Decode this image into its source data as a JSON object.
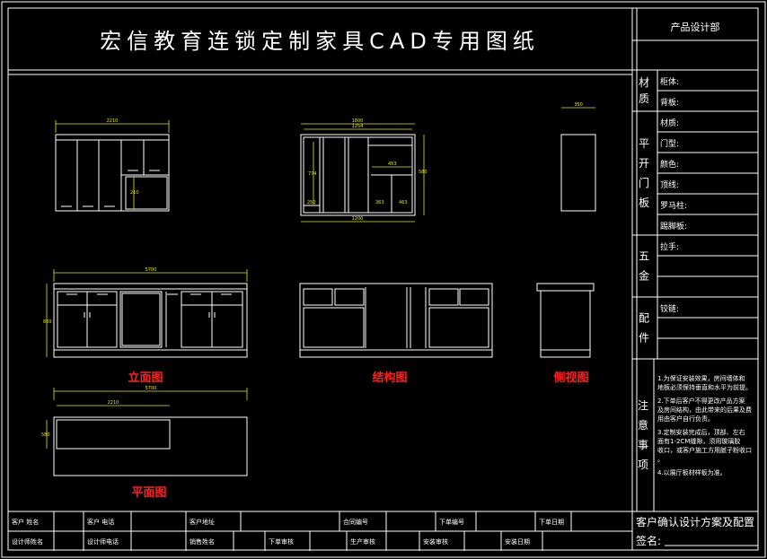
{
  "title": "宏信教育连锁定制家具CAD专用图纸",
  "dept": "产品设计部",
  "views": {
    "front": "立面图",
    "structure": "结构图",
    "side": "侧视图",
    "plan": "平面图"
  },
  "dims": {
    "top_front_width": "2210",
    "top_front_inner": "210",
    "top_struct_width": "1800",
    "top_struct_sub": "1254",
    "top_struct_h": "774",
    "top_struct_shelf": "453",
    "top_struct_right": "580",
    "top_struct_b1": "250",
    "top_struct_b2": "363",
    "top_struct_b3": "463",
    "top_struct_bottom": "1200",
    "top_side_depth": "350",
    "low_front_width": "5700",
    "low_front_h": "880",
    "plan_width": "5700",
    "plan_inner": "2210",
    "plan_depth": "580"
  },
  "material": {
    "header": "材质",
    "rows": [
      "柜体:",
      "背板:"
    ]
  },
  "door": {
    "header": "平开门板",
    "rows": [
      "材质:",
      "门型:",
      "颜色:",
      "顶线:",
      "罗马柱:",
      "踢脚板:"
    ]
  },
  "hardware": {
    "header1": "五金",
    "header2": "配件",
    "rows": [
      "拉手:",
      "",
      "",
      "铰链:",
      "",
      ""
    ]
  },
  "notes": {
    "header": "注意事项",
    "items": [
      "1.为保证安装效果，房间墙体和地板必须保持垂直和水平为前提。",
      "2.下单后客户不得更改产品方案及房间结构，由此带来的后果及费用由客户自行负责。",
      "3.定制安装完成后，顶部、左右面有1-2CM缝隙，须用玻璃胶收口，或客户施工方用腻子粉收口。",
      "4.以展厅板材样板为准。"
    ]
  },
  "footer": {
    "row1": [
      "客户 姓名",
      "",
      "客户 电话",
      "",
      "客户地址",
      "",
      "合同编号",
      "",
      "下单编号",
      "",
      "下单日期",
      ""
    ],
    "row2": [
      "设计师姓名",
      "",
      "设计师电话",
      "",
      "销售姓名",
      "",
      "下单审核",
      "",
      "生产审核",
      "",
      "安装审核",
      "",
      "安装日期",
      ""
    ],
    "confirm": "客户确认设计方案及配置",
    "sign": "签名:"
  }
}
